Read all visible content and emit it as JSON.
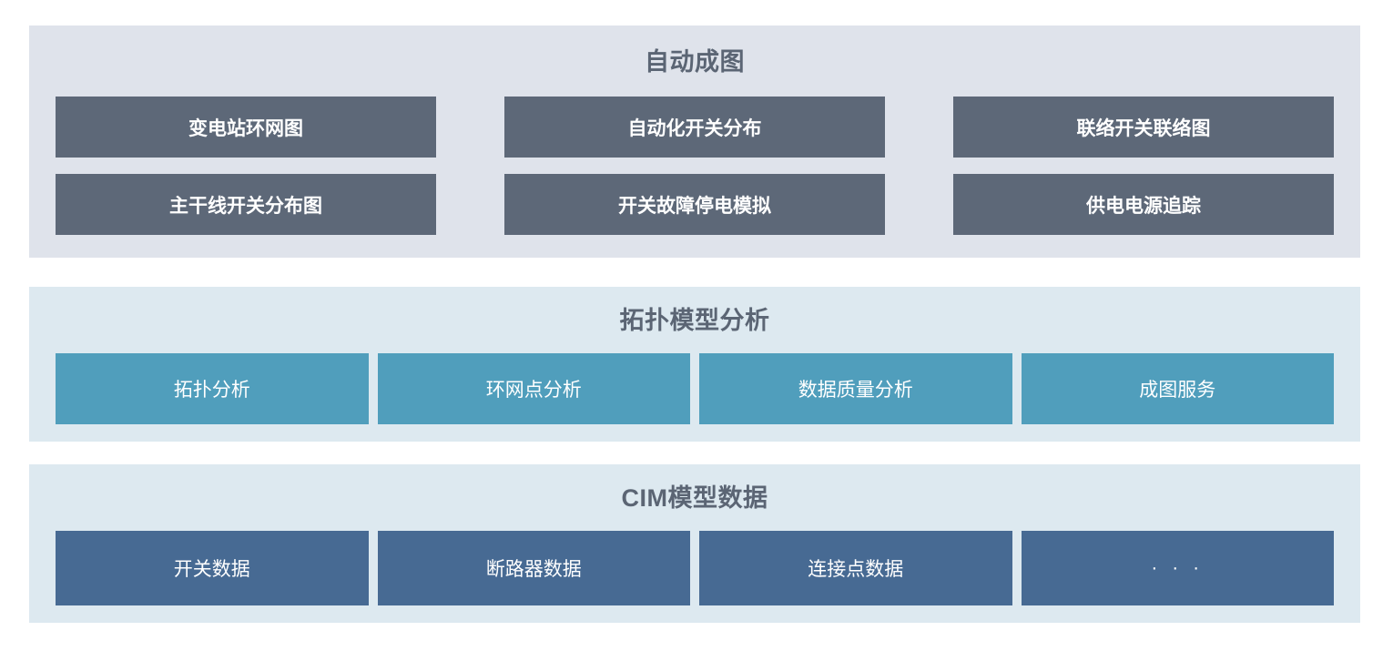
{
  "colors": {
    "page_background": "#ffffff",
    "panel_auto_mapping_bg": "#dfe3eb",
    "panel_topology_bg": "#dde9f0",
    "panel_cim_bg": "#dde9f0",
    "tile_auto_mapping": "#5d6878",
    "tile_topology": "#509ebc",
    "tile_cim": "#476a93",
    "title_text": "#5b6574",
    "tile_text": "#ffffff"
  },
  "panels": [
    {
      "key": "auto_mapping",
      "title": "自动成图",
      "rows": [
        [
          {
            "label": "变电站环网图"
          },
          {
            "label": "自动化开关分布"
          },
          {
            "label": "联络开关联络图"
          }
        ],
        [
          {
            "label": "主干线开关分布图"
          },
          {
            "label": "开关故障停电模拟"
          },
          {
            "label": "供电电源追踪"
          }
        ]
      ]
    },
    {
      "key": "topology",
      "title": "拓扑模型分析",
      "rows": [
        [
          {
            "label": "拓扑分析"
          },
          {
            "label": "环网点分析"
          },
          {
            "label": "数据质量分析"
          },
          {
            "label": "成图服务"
          }
        ]
      ]
    },
    {
      "key": "cim",
      "title": "CIM模型数据",
      "rows": [
        [
          {
            "label": "开关数据"
          },
          {
            "label": "断路器数据"
          },
          {
            "label": "连接点数据"
          },
          {
            "label": "· · ·"
          }
        ]
      ]
    }
  ]
}
